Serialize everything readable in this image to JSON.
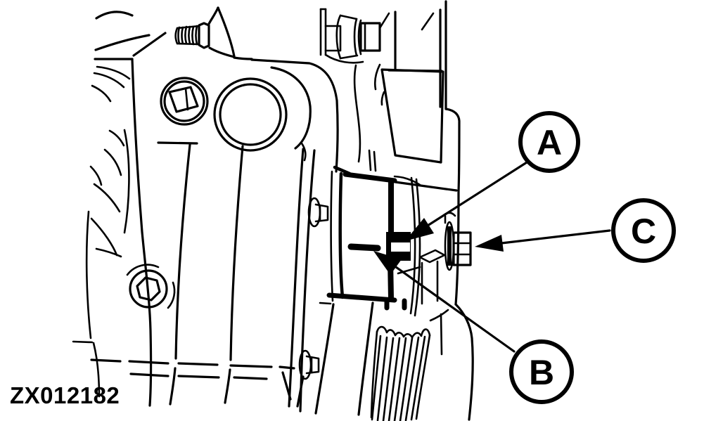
{
  "figure": {
    "code": "ZX012182",
    "background_color": "#ffffff",
    "line_color": "#000000",
    "description_visible_text_only": true
  },
  "callouts": [
    {
      "label": "A"
    },
    {
      "label": "B"
    },
    {
      "label": "C"
    }
  ]
}
